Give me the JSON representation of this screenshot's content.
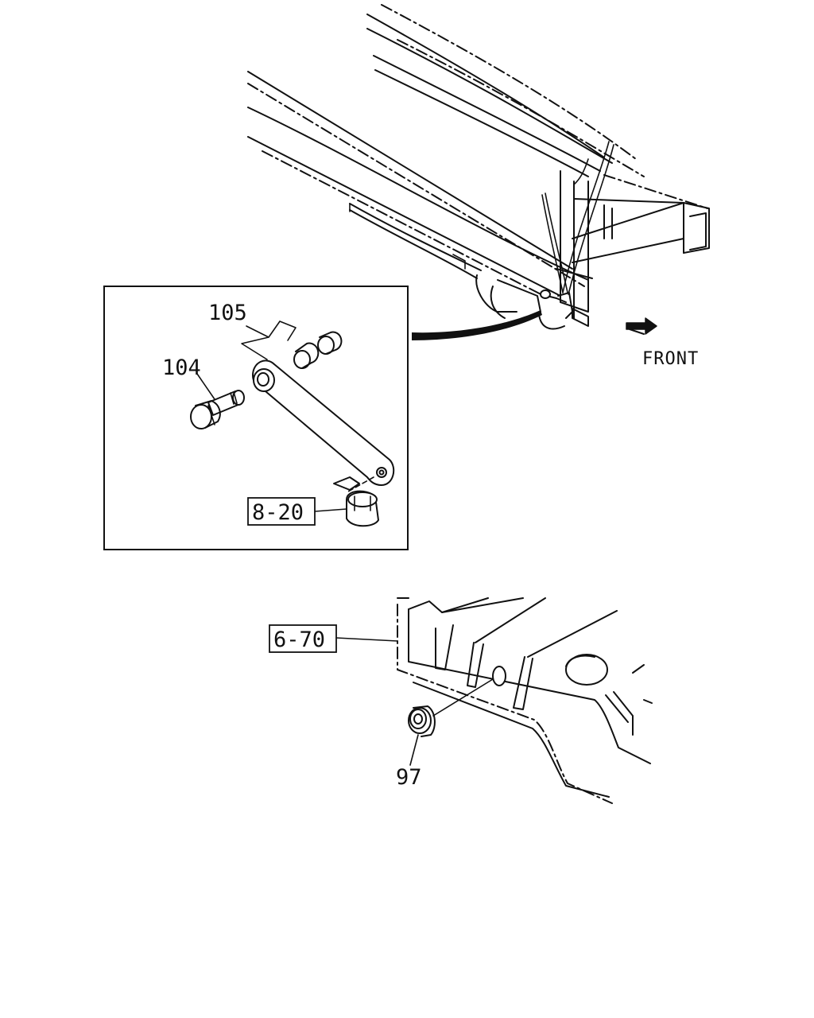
{
  "labels": {
    "part_105": "105",
    "part_104": "104",
    "ref_8_20": "8-20",
    "ref_6_70": "6-70",
    "part_97": "97",
    "front": "FRONT"
  }
}
